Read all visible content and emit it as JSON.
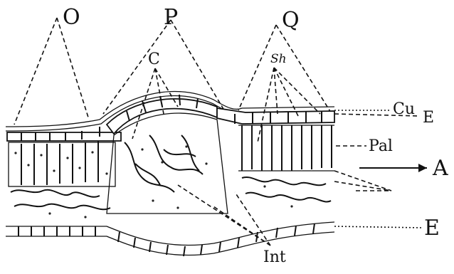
{
  "labels": {
    "O": "O",
    "P": "P",
    "Q": "Q",
    "C": "C",
    "Sh": "Sh",
    "Cu": "Cu",
    "E_top": "E",
    "Pal": "Pal",
    "A": "A",
    "E_bottom": "E",
    "Int": "Int"
  }
}
